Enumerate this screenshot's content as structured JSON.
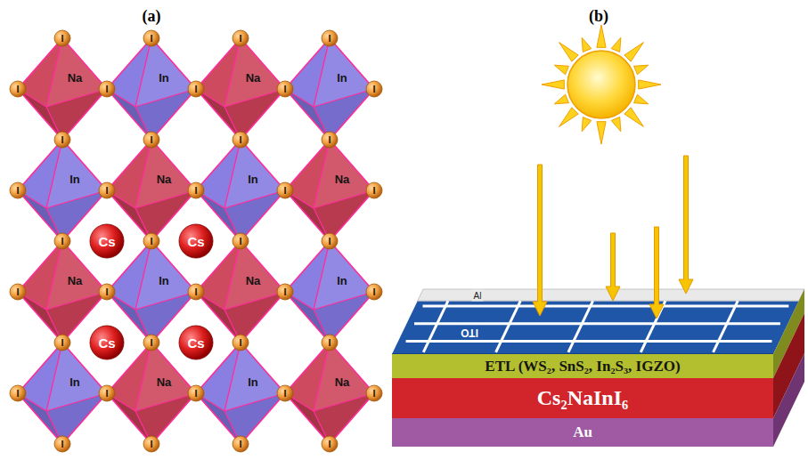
{
  "diagram": {
    "nodes": [
      {
        "text": [
          "ETL (WS₂, SnS₂, In₂S₃, IGZO)"
        ]
      },
      {
        "text": [
          "Cs₂NaInI₆"
        ]
      },
      {
        "text": [
          "Au"
        ]
      }
    ],
    "labels": [
      "(a)",
      "(b)",
      "Na",
      "In",
      "Na",
      "In",
      "In",
      "Na",
      "In",
      "Na",
      "Na",
      "In",
      "Na",
      "In",
      "In",
      "Na",
      "In",
      "Na",
      "I",
      "I",
      "I",
      "I",
      "I",
      "I",
      "I",
      "I",
      "I",
      "I",
      "I",
      "I",
      "I",
      "I",
      "I",
      "I",
      "I",
      "I",
      "I",
      "I",
      "I",
      "I",
      "I",
      "I",
      "I",
      "I",
      "I",
      "I",
      "I",
      "I",
      "I",
      "I",
      "I",
      "I",
      "I",
      "I",
      "I",
      "I",
      "I",
      "I",
      "Cs",
      "Cs",
      "Cs",
      "Cs",
      "Al",
      "ITO"
    ]
  }
}
